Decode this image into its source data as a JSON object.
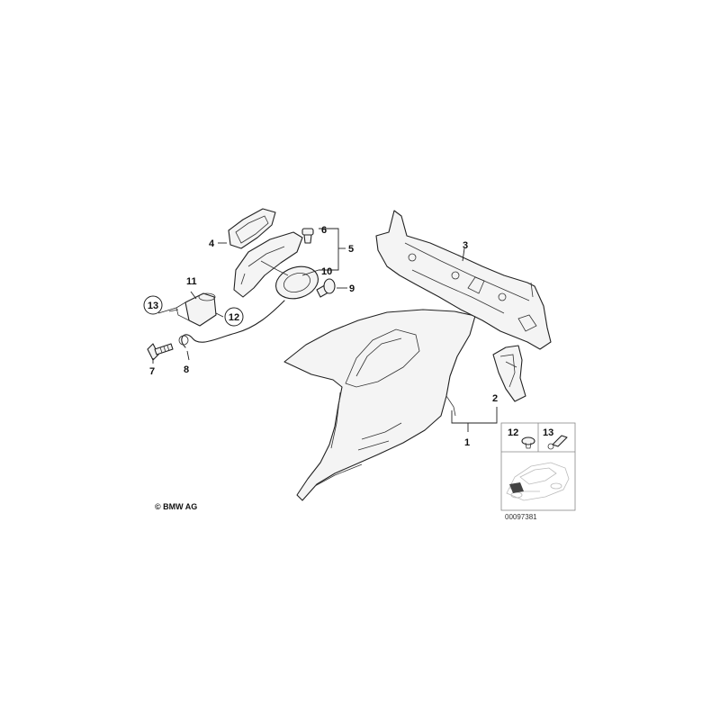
{
  "callouts": {
    "c1": "1",
    "c2": "2",
    "c3": "3",
    "c4": "4",
    "c5": "5",
    "c6": "6",
    "c7": "7",
    "c8": "8",
    "c9": "9",
    "c10": "10",
    "c11": "11",
    "c12": "12",
    "c13": "13",
    "inset12": "12",
    "inset13": "13"
  },
  "copyright": "© BMW AG",
  "image_number": "00097381"
}
